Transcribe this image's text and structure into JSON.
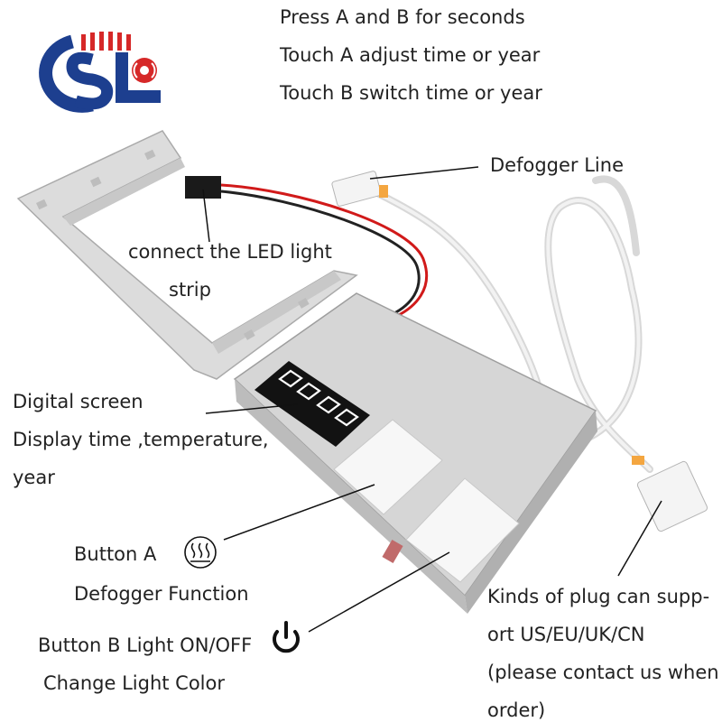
{
  "logo": {
    "text": "CSL"
  },
  "instructions": {
    "line1": "Press A and B for seconds",
    "line2": "Touch A adjust time or year",
    "line3": "Touch B switch time or year"
  },
  "labels": {
    "defogger_line": "Defogger Line",
    "led_line1": "connect the LED light",
    "led_line2": "strip",
    "screen_line1": "Digital screen",
    "screen_line2": "Display time ,temperature,",
    "screen_line3": "year",
    "button_a_line1": "Button A",
    "button_a_line2": "Defogger Function",
    "button_b_line1": "Button B Light ON/OFF",
    "button_b_line2": "Change Light Color",
    "plug_line1": "Kinds of plug can supp-",
    "plug_line2": "ort US/EU/UK/CN",
    "plug_line3": "(please contact us when",
    "plug_line4": "order)"
  },
  "icons": {
    "button_a": "defogger-icon",
    "button_b": "power-icon"
  },
  "colors": {
    "logo_blue": "#1d3f8f",
    "logo_red": "#d62828",
    "wire_red": "#d11a1a"
  }
}
